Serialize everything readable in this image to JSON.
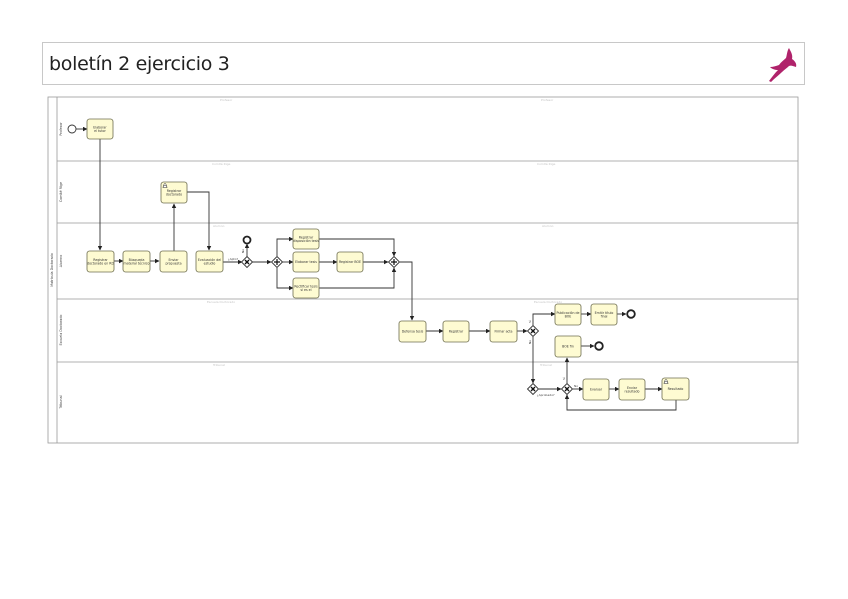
{
  "header": {
    "title": "boletín 2 ejercicio 3",
    "logo_icon": "gazelle-logo-icon",
    "logo_color": "#b0236b"
  },
  "pool": {
    "label": "Matricula Doctorado",
    "lanes": [
      {
        "id": "lane1",
        "label": "Profesor",
        "watermarks": [
          "Profesor",
          "Profesor"
        ]
      },
      {
        "id": "lane2",
        "label": "Comité Rige",
        "watermarks": [
          "Comité Rige",
          "Comité Rige"
        ]
      },
      {
        "id": "lane3",
        "label": "Alumno",
        "watermarks": [
          "Alumno",
          "Alumno"
        ]
      },
      {
        "id": "lane4",
        "label": "Escuela Doctorado",
        "watermarks": [
          "Escuela Doctorado",
          "Escuela Doctorado"
        ]
      },
      {
        "id": "lane5",
        "label": "Tribunal",
        "watermarks": [
          "Tribunal",
          "Tribunal"
        ]
      }
    ]
  },
  "tasks": [
    {
      "id": "t1",
      "lines": [
        "Elaborar",
        "el tutor"
      ]
    },
    {
      "id": "t2",
      "lines": [
        "Registrar",
        "doctorado"
      ],
      "marker": "user"
    },
    {
      "id": "t3",
      "lines": [
        "Registrar",
        "doctorado en RD"
      ]
    },
    {
      "id": "t4",
      "lines": [
        "Búsqueda",
        "material técnico"
      ]
    },
    {
      "id": "t5",
      "lines": [
        "Enviar",
        "propuesta"
      ]
    },
    {
      "id": "t6",
      "lines": [
        "Evaluación del",
        "estudio"
      ]
    },
    {
      "id": "t7",
      "lines": [
        "Registrar",
        "disposición tesis"
      ]
    },
    {
      "id": "t8",
      "lines": [
        "Elaborar tesis"
      ]
    },
    {
      "id": "t9",
      "lines": [
        "Registrar BOE"
      ]
    },
    {
      "id": "t10",
      "lines": [
        "Rectificar tesis",
        "si es el"
      ]
    },
    {
      "id": "t11",
      "lines": [
        "Defensa tesis"
      ]
    },
    {
      "id": "t12",
      "lines": [
        "Registrar"
      ]
    },
    {
      "id": "t13",
      "lines": [
        "Firmar acta"
      ]
    },
    {
      "id": "t14",
      "lines": [
        "Publicación de",
        "BOE"
      ]
    },
    {
      "id": "t15",
      "lines": [
        "Emitir título",
        "final"
      ]
    },
    {
      "id": "t16",
      "lines": [
        "BOE fin"
      ]
    },
    {
      "id": "t17",
      "lines": [
        "Evaluar"
      ]
    },
    {
      "id": "t18",
      "lines": [
        "Enviar",
        "resultado"
      ]
    },
    {
      "id": "t19",
      "lines": [
        "Resultado"
      ],
      "marker": "user"
    }
  ],
  "flow_labels": {
    "apto": "¿Apto?",
    "no": "No",
    "si": "Sí",
    "aprobado": "¿Aprobado?",
    "si2": "Sí",
    "no2": "No",
    "fin": "Fin"
  }
}
